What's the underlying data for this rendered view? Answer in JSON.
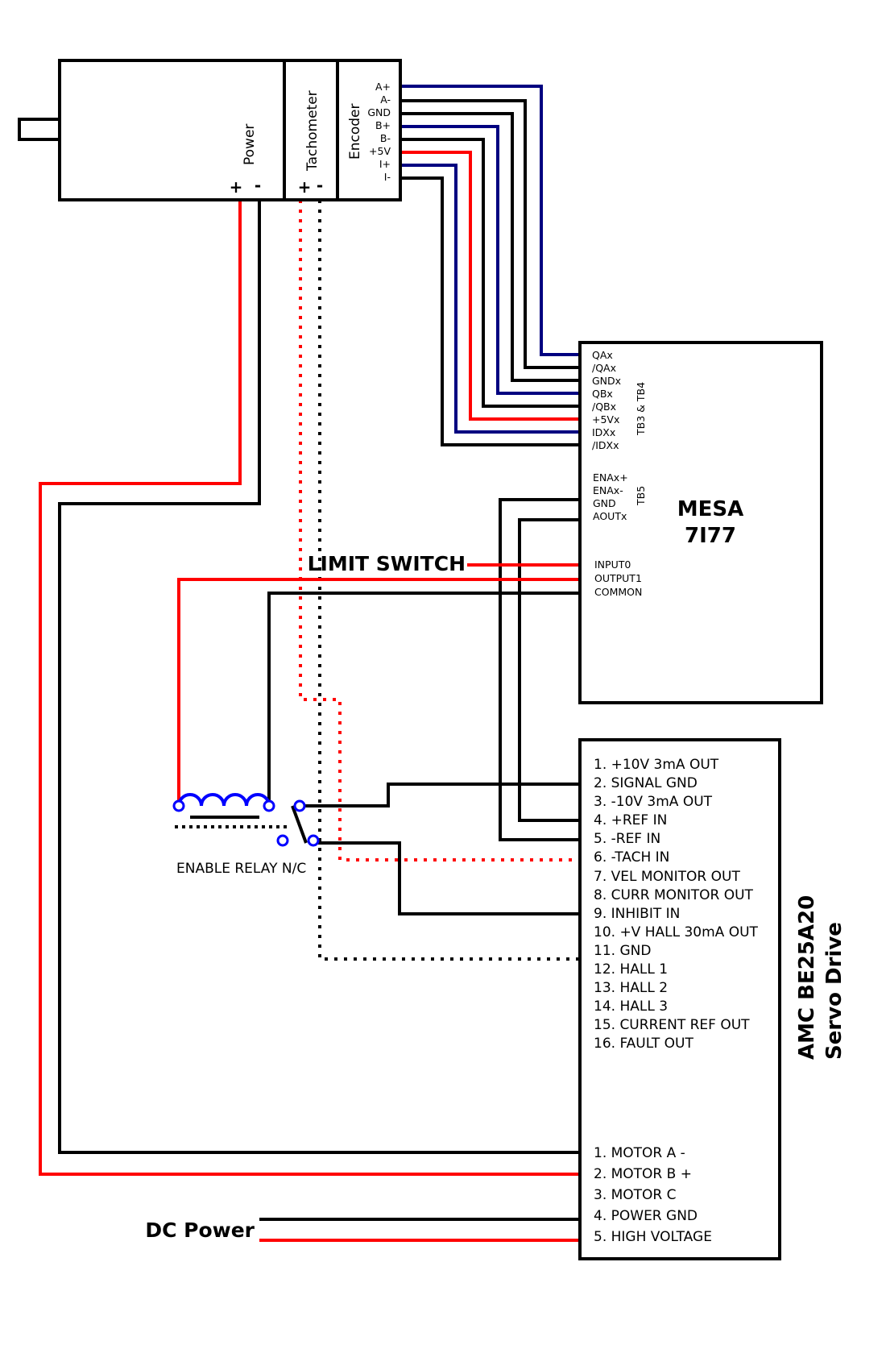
{
  "colors": {
    "red": "#ff0000",
    "blue": "#000080",
    "black": "#000000",
    "relay_blue": "#0000ff"
  },
  "motor": {
    "power_label": "Power",
    "tach_label": "Tachometer",
    "encoder_label": "Encoder",
    "plus": "+",
    "minus": "-",
    "encoder_pins": [
      "A+",
      "A-",
      "GND",
      "B+",
      "B-",
      "+5V",
      "I+",
      "I-"
    ]
  },
  "mesa": {
    "title_line1": "MESA",
    "title_line2": "7I77",
    "tb34_label": "TB3 & TB4",
    "tb5_label": "TB5",
    "encoder_pins": [
      "QAx",
      "/QAx",
      "GNDx",
      "QBx",
      "/QBx",
      "+5Vx",
      "IDXx",
      "/IDXx"
    ],
    "tb5_pins": [
      "ENAx+",
      "ENAx-",
      "GND",
      "AOUTx"
    ],
    "io_pins": [
      "INPUT0",
      "OUTPUT1",
      "COMMON"
    ]
  },
  "drive": {
    "title_line1": "AMC BE25A20",
    "title_line2": "Servo Drive",
    "signal_pins": [
      "1. +10V 3mA OUT",
      "2. SIGNAL GND",
      "3. -10V 3mA OUT",
      "4. +REF IN",
      "5. -REF IN",
      "6. -TACH IN",
      "7. VEL MONITOR OUT",
      "8. CURR MONITOR OUT",
      "9. INHIBIT IN",
      "10. +V HALL 30mA OUT",
      "11. GND",
      "12. HALL 1",
      "13. HALL 2",
      "14. HALL 3",
      "15. CURRENT REF OUT",
      "16. FAULT OUT"
    ],
    "power_pins": [
      "1. MOTOR A -",
      "2. MOTOR B +",
      "3. MOTOR C",
      "4. POWER GND",
      "5. HIGH VOLTAGE"
    ]
  },
  "labels": {
    "limit_switch": "LIMIT SWITCH",
    "dc_power": "DC Power",
    "relay": "ENABLE RELAY N/C"
  }
}
